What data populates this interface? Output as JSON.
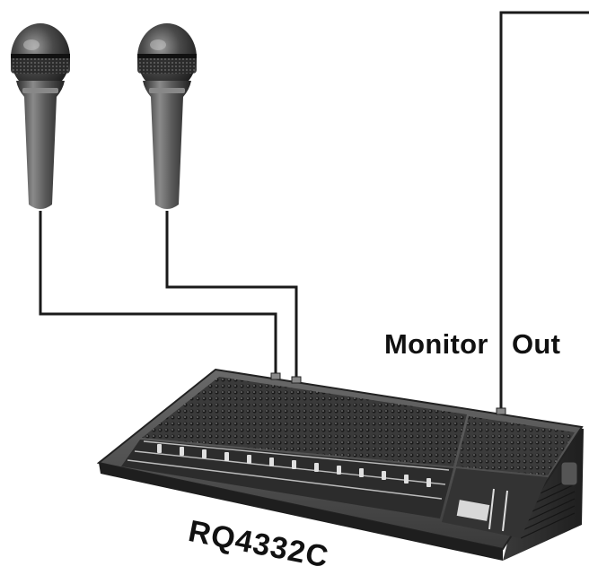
{
  "labels": {
    "monitor": "Monitor",
    "out": "Out",
    "model": "RQ4332C"
  },
  "colors": {
    "cable": "#1a1a1a",
    "mixer_body": "#4a4a4a",
    "mixer_panel": "#2e2e2e",
    "mic_head": "#3a3a3a",
    "mic_handle": "#555555"
  },
  "icons": {
    "mic_left": "microphone-icon",
    "mic_right": "microphone-icon",
    "mixer": "mixing-console-icon"
  }
}
